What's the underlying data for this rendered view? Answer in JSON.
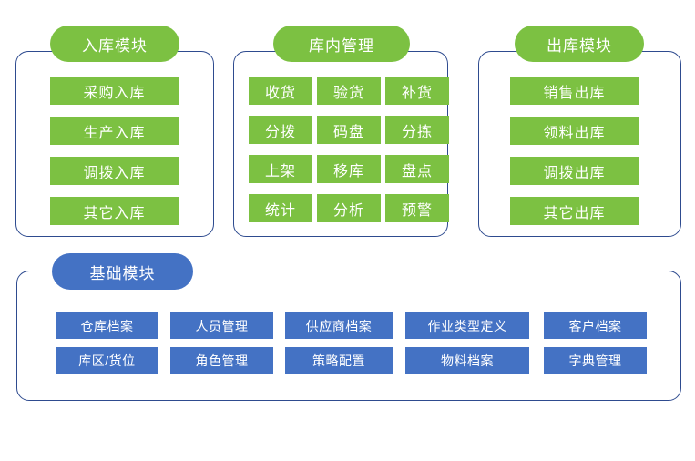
{
  "theme": {
    "green": "#7cc142",
    "blue": "#4472c4",
    "border": "#2e4b8f",
    "background": "#ffffff",
    "text_on_chip": "#ffffff"
  },
  "diagram": {
    "title": "",
    "type": "module-architecture",
    "panels": [
      {
        "id": "inbound",
        "header": "入库模块",
        "color": "green",
        "layout": "single-column",
        "items": [
          "采购入库",
          "生产入库",
          "调拨入库",
          "其它入库"
        ]
      },
      {
        "id": "internal",
        "header": "库内管理",
        "color": "green",
        "layout": "grid-3x4",
        "items": [
          "收货",
          "验货",
          "补货",
          "分拨",
          "码盘",
          "分拣",
          "上架",
          "移库",
          "盘点",
          "统计",
          "分析",
          "预警"
        ]
      },
      {
        "id": "outbound",
        "header": "出库模块",
        "color": "green",
        "layout": "single-column",
        "items": [
          "销售出库",
          "领料出库",
          "调拨出库",
          "其它出库"
        ]
      },
      {
        "id": "basic",
        "header": "基础模块",
        "color": "blue",
        "layout": "grid-5x2",
        "items": [
          "仓库档案",
          "人员管理",
          "供应商档案",
          "作业类型定义",
          "客户档案",
          "库区/货位",
          "角色管理",
          "策略配置",
          "物料档案",
          "字典管理"
        ]
      }
    ]
  }
}
